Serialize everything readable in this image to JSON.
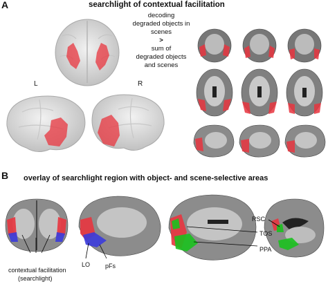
{
  "panel_a": {
    "letter": "A",
    "title": "searchlight of contextual facilitation",
    "contrast": {
      "line1": "decoding",
      "line2": "degraded objects in scenes",
      "operator": ">",
      "line3": "sum of",
      "line4": "degraded objects",
      "line5": "and scenes"
    },
    "hemisphere_left": "L",
    "hemisphere_right": "R"
  },
  "panel_b": {
    "letter": "B",
    "title": "overlay of searchlight region with object- and scene-selective areas",
    "label_contextual": "contextual facilitation",
    "label_searchlight": "(searchlight)",
    "label_lo": "LO",
    "label_pfs": "pFs",
    "label_rsc": "RSC",
    "label_tos": "TOS",
    "label_ppa": "PPA"
  },
  "colors": {
    "searchlight": "#e8353f",
    "object_selective": "#3b3bdc",
    "scene_selective": "#19c11e",
    "glass_brain": "#d9d9d9",
    "slice_gray": "#8c8c8c"
  }
}
